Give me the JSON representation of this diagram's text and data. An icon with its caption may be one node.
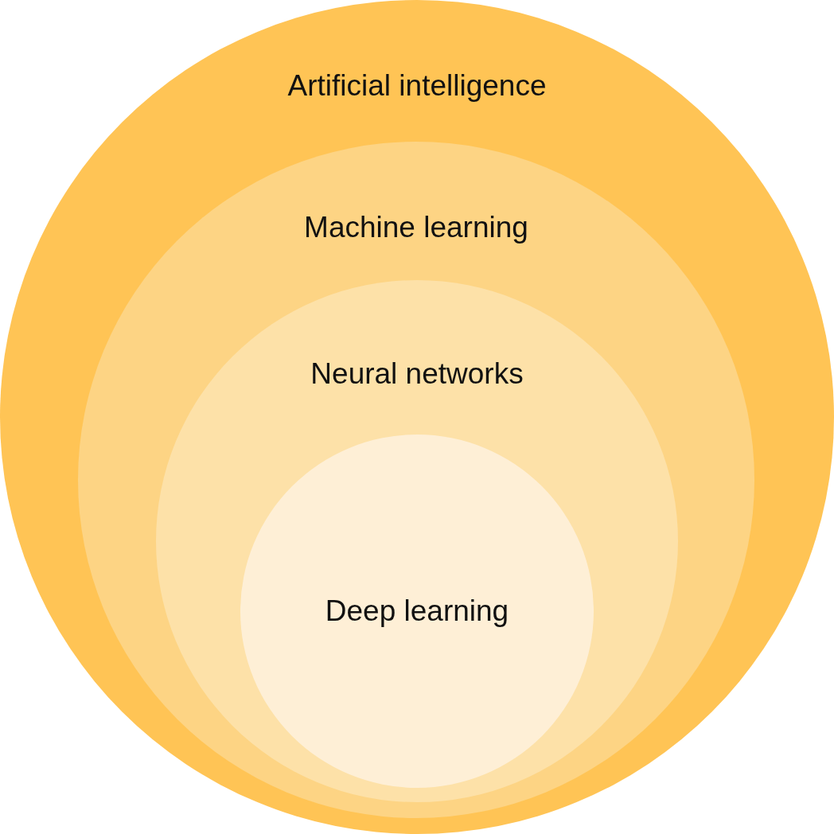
{
  "diagram": {
    "nodes": [
      {
        "text": [
          "Artificial intelligence"
        ]
      },
      {
        "text": [
          "Machine learning"
        ],
        "in": 0
      },
      {
        "text": [
          "Neural networks"
        ],
        "in": 1
      },
      {
        "text": [
          "Deep learning"
        ],
        "in": 2
      }
    ]
  }
}
